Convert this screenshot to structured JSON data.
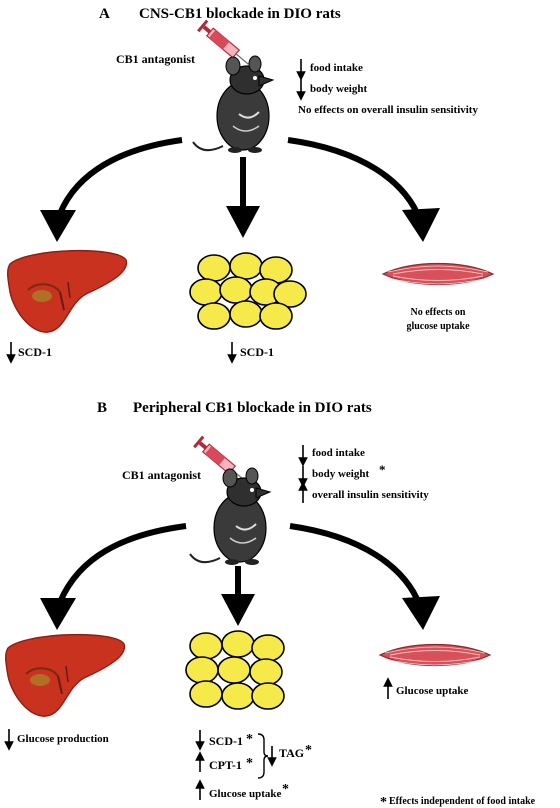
{
  "panel_a": {
    "letter": "A",
    "title": "CNS-CB1 blockade in DIO rats",
    "antagonist_label": "CB1 antagonist",
    "effects": [
      {
        "arrow": "down",
        "text": "food intake"
      },
      {
        "arrow": "down",
        "text": "body weight"
      },
      {
        "arrow": "none",
        "text": "No effects on overall insulin sensitivity"
      }
    ],
    "liver_effect": {
      "arrow": "down",
      "text": "SCD-1"
    },
    "adipose_effect": {
      "arrow": "down",
      "text": "SCD-1"
    },
    "muscle_effect_line1": "No effects on",
    "muscle_effect_line2": "glucose uptake"
  },
  "panel_b": {
    "letter": "B",
    "title": "Peripheral CB1 blockade in DIO rats",
    "antagonist_label": "CB1 antagonist",
    "effects": [
      {
        "arrow": "down",
        "text": "food intake",
        "star": ""
      },
      {
        "arrow": "down",
        "text": "body weight",
        "star": "*"
      },
      {
        "arrow": "up",
        "text": "overall insulin sensitivity",
        "star": ""
      }
    ],
    "liver_effect": {
      "arrow": "down",
      "text": "Glucose production"
    },
    "adipose_effects": [
      {
        "arrow": "down",
        "text": "SCD-1",
        "star": "*"
      },
      {
        "arrow": "up",
        "text": "CPT-1",
        "star": "*"
      },
      {
        "arrow": "up",
        "text": "Glucose uptake",
        "star": "*"
      }
    ],
    "tag_label": {
      "arrow": "down",
      "text": "TAG",
      "star": "*"
    },
    "muscle_effect": {
      "arrow": "up",
      "text": "Glucose uptake"
    }
  },
  "footnote": {
    "star": "*",
    "text": "Effects independent of food intake"
  },
  "colors": {
    "liver": "#c8321e",
    "liver_dark": "#8e1f12",
    "fat_cell": "#f6ea4a",
    "muscle": "#d8505a",
    "syringe": "#d84a5a",
    "mouse": "#2a2a2a"
  }
}
